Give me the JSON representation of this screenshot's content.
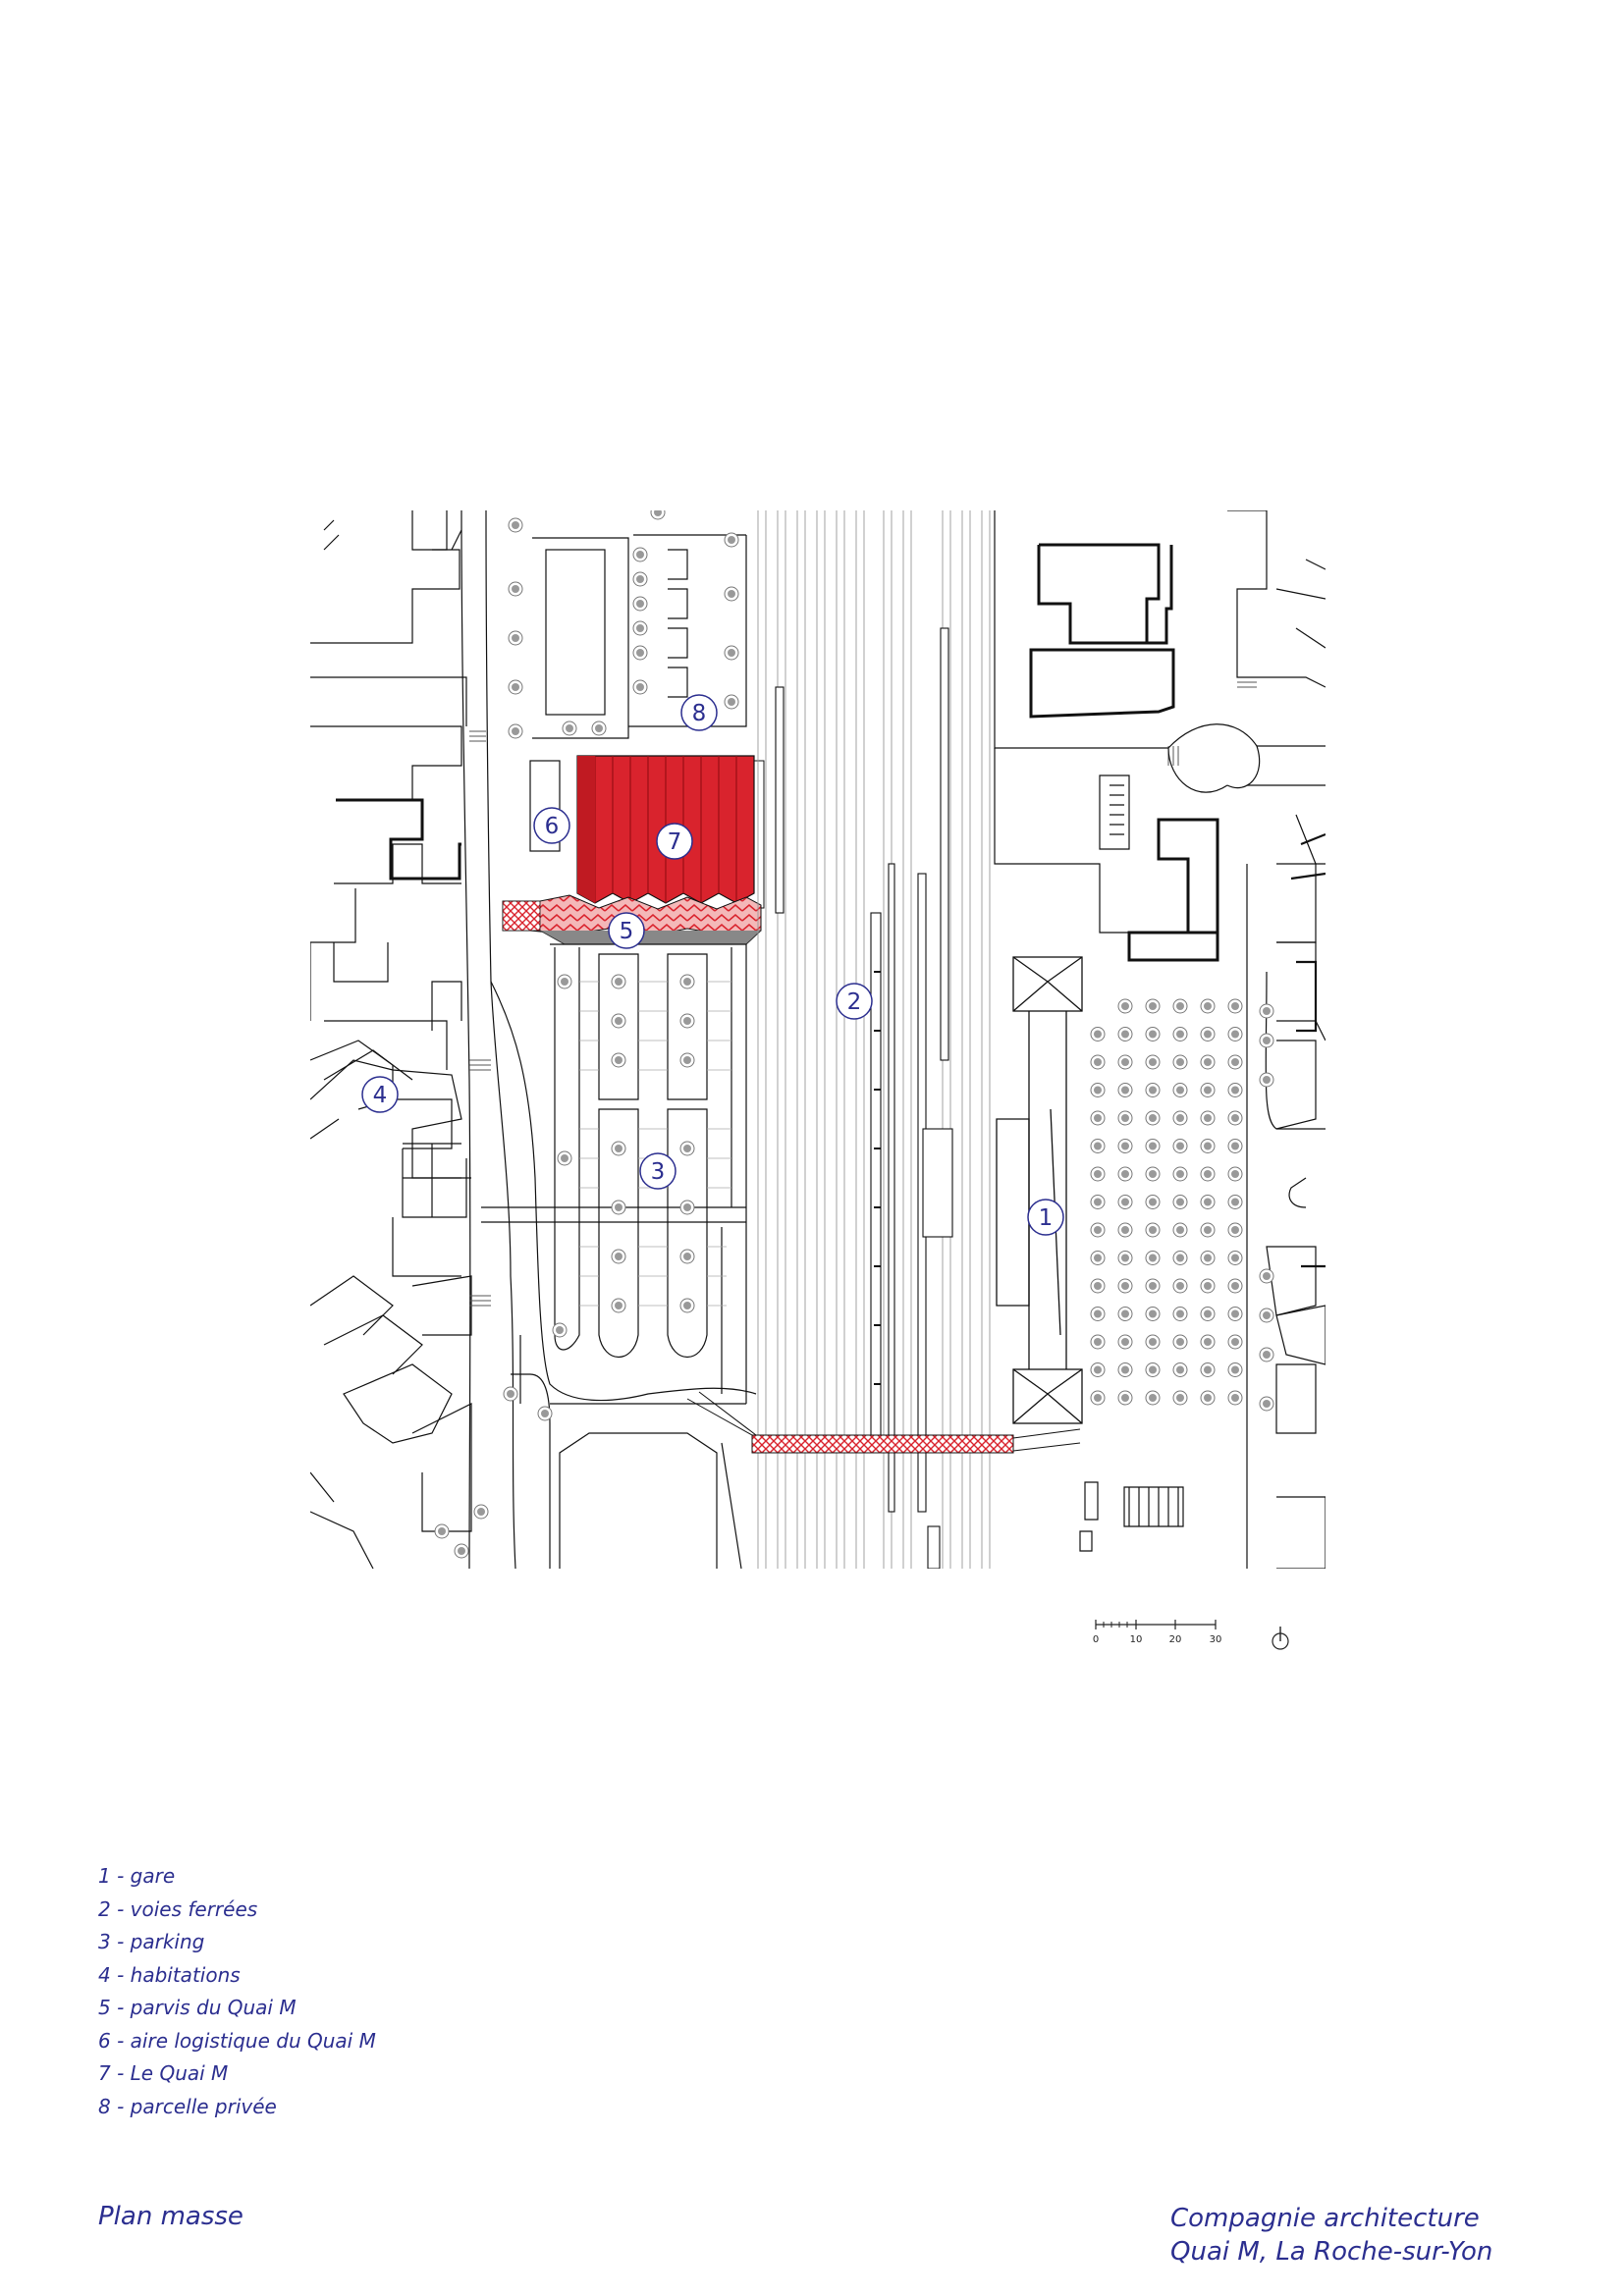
{
  "map": {
    "markers": [
      "1",
      "2",
      "3",
      "4",
      "5",
      "6",
      "7",
      "8"
    ],
    "scale_bar": {
      "ticks": [
        "0",
        "10",
        "20",
        "30"
      ]
    },
    "north_arrow": "north-arrow-icon",
    "colors": {
      "highlight": "#d9232d",
      "roof": "#c01a22",
      "ink": "#2b2e8f",
      "line": "#111111"
    }
  },
  "legend": {
    "items": [
      "1 - gare",
      "2 - voies ferrées",
      "3 - parking",
      "4 - habitations",
      "5 - parvis du Quai M",
      "6 - aire logistique du Quai M",
      "7 - Le Quai M",
      "8 - parcelle privée"
    ]
  },
  "footer": {
    "left": "Plan masse",
    "right_line1": "Compagnie architecture",
    "right_line2": "Quai M, La Roche-sur-Yon"
  }
}
